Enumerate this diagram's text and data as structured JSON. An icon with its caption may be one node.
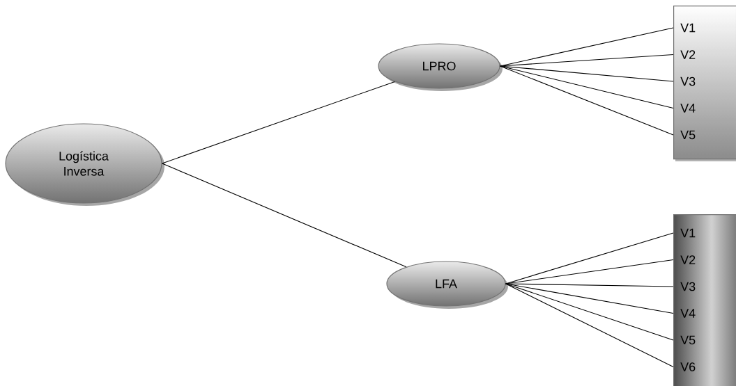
{
  "diagram": {
    "nodes": [
      {
        "text": [
          "Logística Inversa"
        ]
      },
      {
        "text": [
          "LPRO"
        ]
      },
      {
        "text": [
          "LFA"
        ]
      },
      {
        "text": [],
        "shape": "box"
      },
      {
        "text": [
          "V1"
        ],
        "in": 3
      },
      {
        "text": [
          "V2"
        ],
        "in": 3
      },
      {
        "text": [
          "V3"
        ],
        "in": 3
      },
      {
        "text": [
          "V4"
        ],
        "in": 3
      },
      {
        "text": [
          "V5"
        ],
        "in": 3
      },
      {
        "text": [],
        "shape": "box"
      },
      {
        "text": [
          "V1"
        ],
        "in": 9
      },
      {
        "text": [
          "V2"
        ],
        "in": 9
      },
      {
        "text": [
          "V3"
        ],
        "in": 9
      },
      {
        "text": [
          "V4"
        ],
        "in": 9
      },
      {
        "text": [
          "V5"
        ],
        "in": 9
      },
      {
        "text": [
          "V6"
        ],
        "in": 9
      }
    ],
    "edges": [
      {
        "from": 0,
        "to": 1,
        "arrow": "none"
      },
      {
        "from": 0,
        "to": 2,
        "arrow": "none"
      },
      {
        "from": 1,
        "to": 4,
        "arrow": "none"
      },
      {
        "from": 1,
        "to": 5,
        "arrow": "none"
      },
      {
        "from": 1,
        "to": 6,
        "arrow": "none"
      },
      {
        "from": 1,
        "to": 7,
        "arrow": "none"
      },
      {
        "from": 1,
        "to": 8,
        "arrow": "none"
      },
      {
        "from": 2,
        "to": 10,
        "arrow": "none"
      },
      {
        "from": 2,
        "to": 11,
        "arrow": "none"
      },
      {
        "from": 2,
        "to": 12,
        "arrow": "none"
      },
      {
        "from": 2,
        "to": 13,
        "arrow": "none"
      },
      {
        "from": 2,
        "to": 14,
        "arrow": "none"
      },
      {
        "from": 2,
        "to": 15,
        "arrow": "none"
      }
    ]
  }
}
